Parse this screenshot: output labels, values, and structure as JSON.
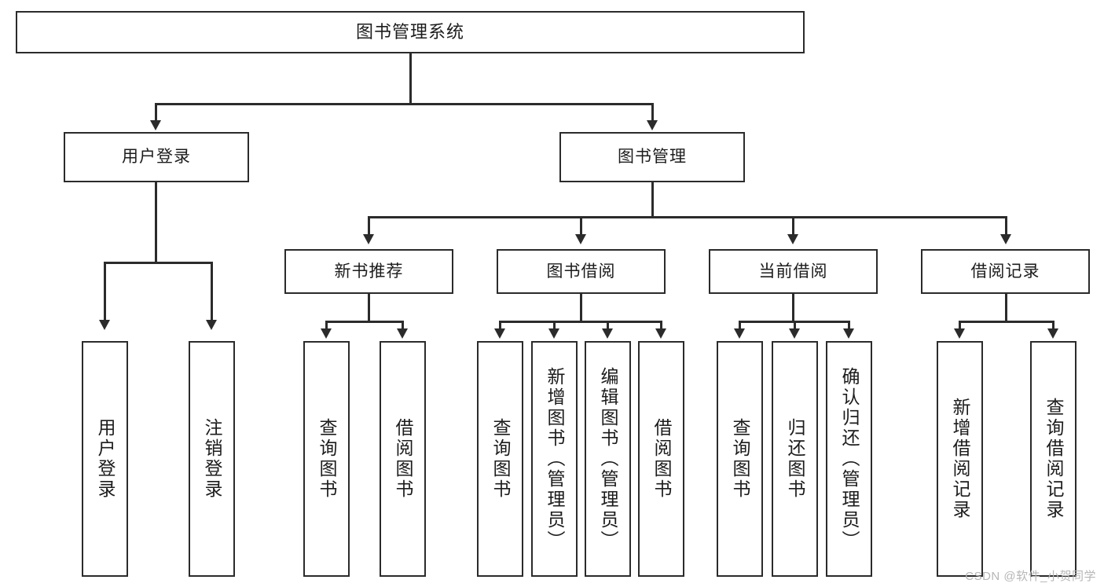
{
  "diagram": {
    "title": "图书管理系统",
    "type": "tree",
    "watermark": "CSDN @软件_小贺同学",
    "colors": {
      "stroke": "#2b2b2b",
      "fill": "#ffffff",
      "text": "#1c1c1c",
      "watermark": "#b6b6b6"
    },
    "levels": {
      "root": {
        "label": "图书管理系统"
      },
      "level2": [
        {
          "id": "user-login",
          "label": "用户登录"
        },
        {
          "id": "book-manage",
          "label": "图书管理"
        }
      ],
      "level3": [
        {
          "id": "new-book-rec",
          "label": "新书推荐"
        },
        {
          "id": "book-borrow",
          "label": "图书借阅"
        },
        {
          "id": "current-borrow",
          "label": "当前借阅"
        },
        {
          "id": "borrow-record",
          "label": "借阅记录"
        }
      ],
      "leaves": [
        {
          "id": "leaf-user-login",
          "label": "用户登录",
          "parent": "user-login"
        },
        {
          "id": "leaf-user-logout",
          "label": "注销登录",
          "parent": "user-login"
        },
        {
          "id": "leaf-query-book-1",
          "label": "查询图书",
          "parent": "new-book-rec"
        },
        {
          "id": "leaf-borrow-book-1",
          "label": "借阅图书",
          "parent": "new-book-rec"
        },
        {
          "id": "leaf-query-book-2",
          "label": "查询图书",
          "parent": "book-borrow"
        },
        {
          "id": "leaf-add-book",
          "label": "新增图书（管理员）",
          "parent": "book-borrow"
        },
        {
          "id": "leaf-edit-book",
          "label": "编辑图书（管理员）",
          "parent": "book-borrow"
        },
        {
          "id": "leaf-borrow-book-2",
          "label": "借阅图书",
          "parent": "book-borrow"
        },
        {
          "id": "leaf-query-book-3",
          "label": "查询图书",
          "parent": "current-borrow"
        },
        {
          "id": "leaf-return-book",
          "label": "归还图书",
          "parent": "current-borrow"
        },
        {
          "id": "leaf-confirm-return",
          "label": "确认归还（管理员）",
          "parent": "current-borrow"
        },
        {
          "id": "leaf-add-record",
          "label": "新增借阅记录",
          "parent": "borrow-record"
        },
        {
          "id": "leaf-query-record",
          "label": "查询借阅记录",
          "parent": "borrow-record"
        }
      ]
    }
  }
}
